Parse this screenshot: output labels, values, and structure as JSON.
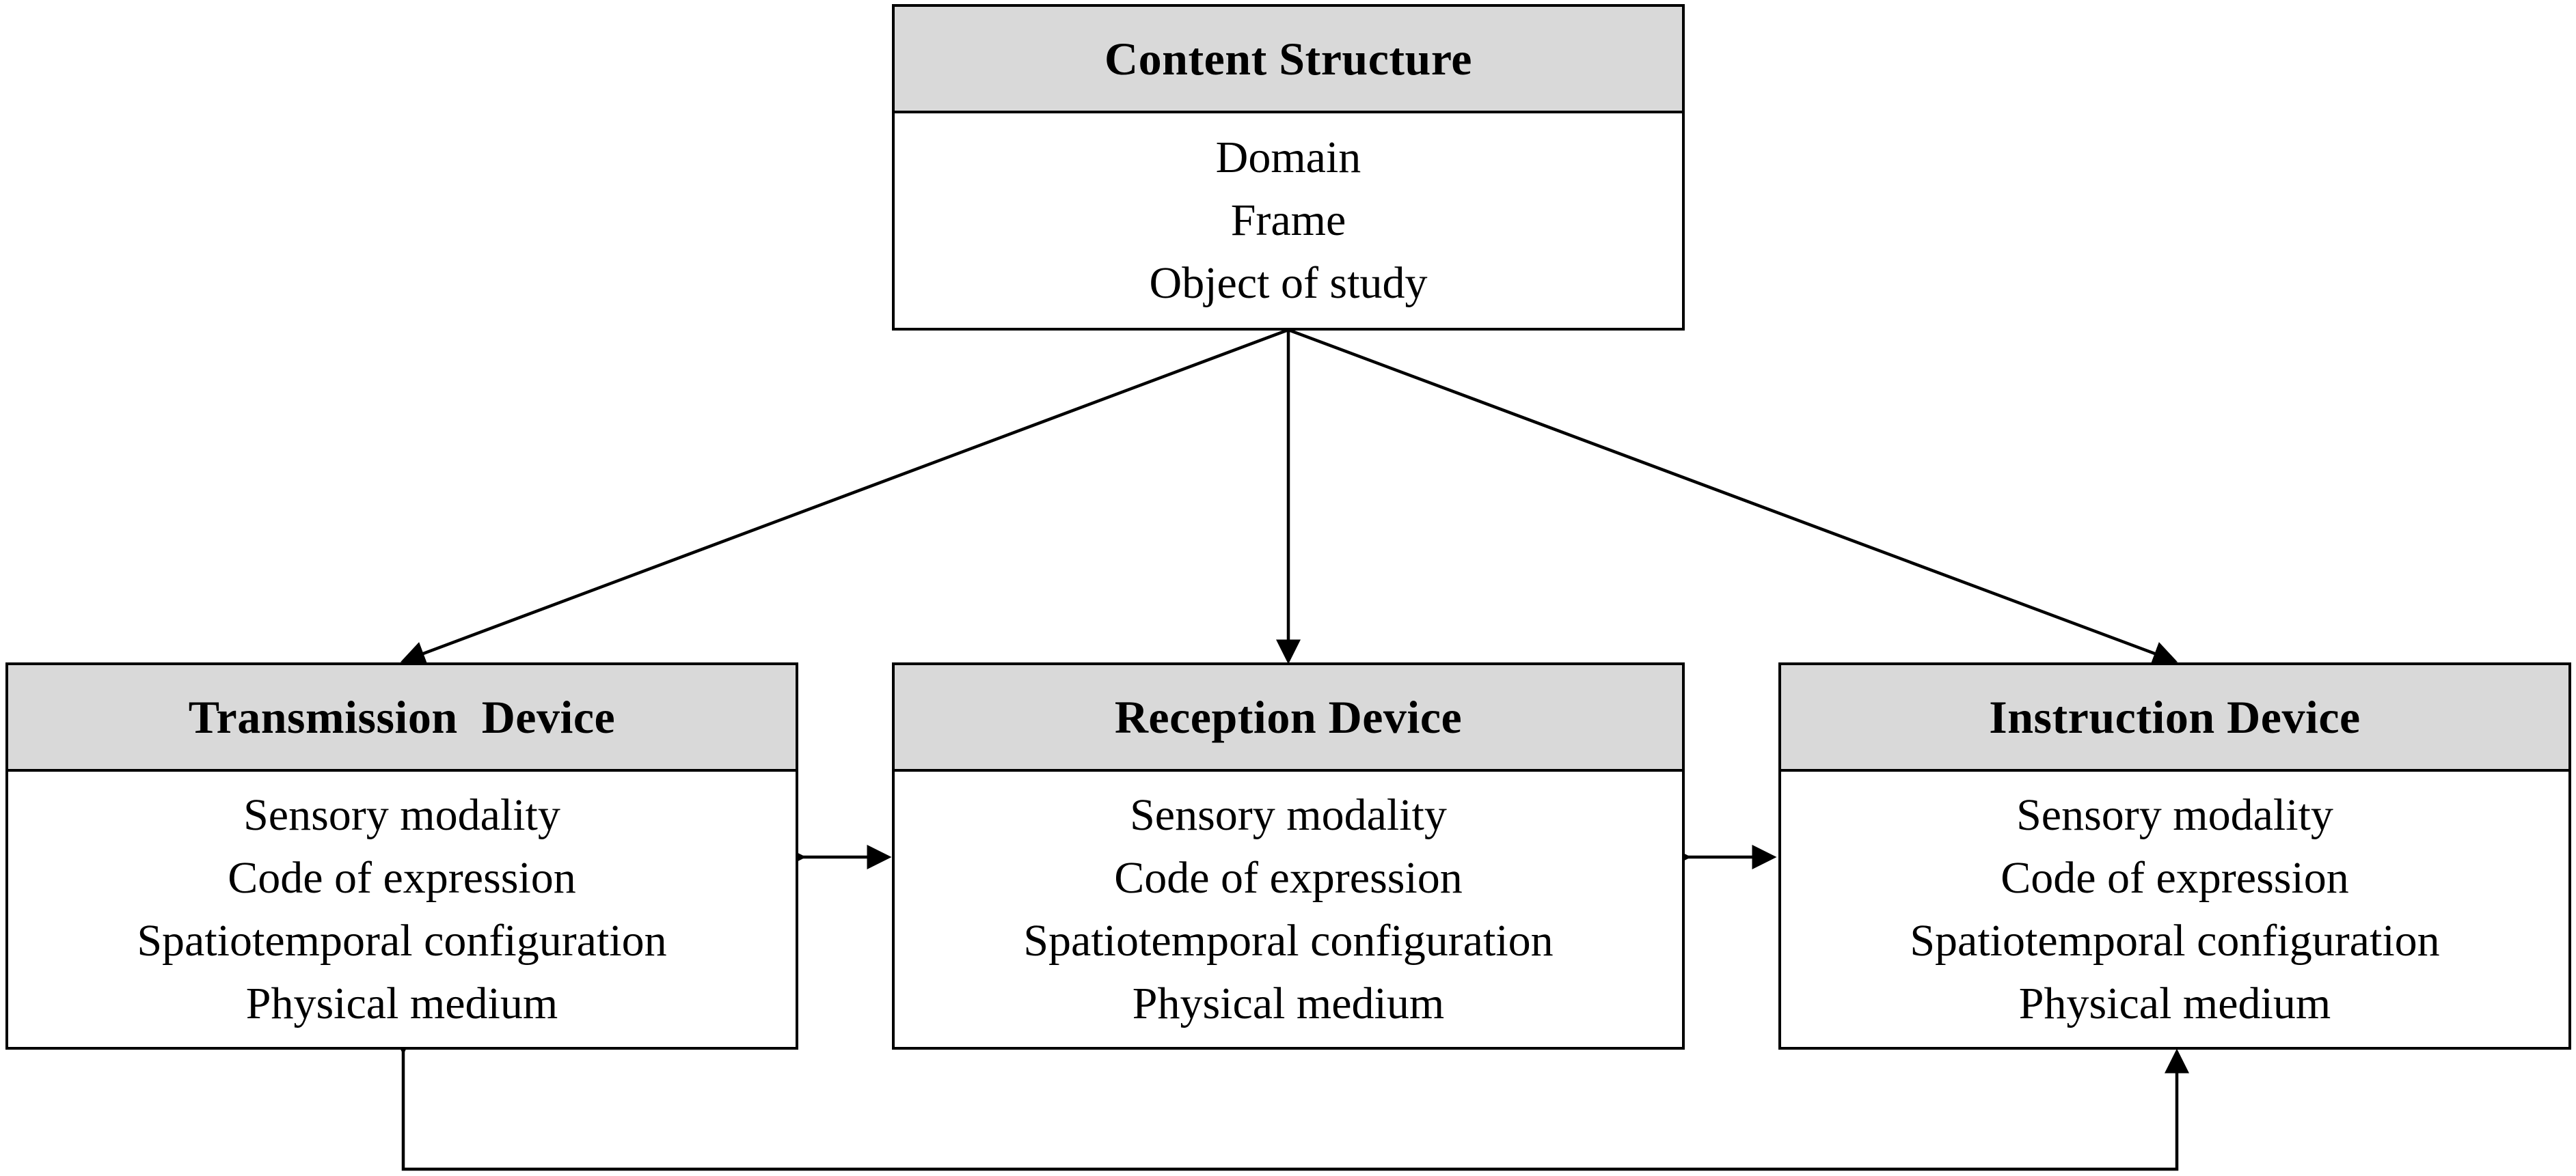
{
  "content_structure": {
    "title": "Content Structure",
    "items": [
      "Domain",
      "Frame",
      "Object of study"
    ]
  },
  "transmission_device": {
    "title": "Transmission  Device",
    "items": [
      "Sensory modality",
      "Code of expression",
      "Spatiotemporal configuration",
      "Physical medium"
    ]
  },
  "reception_device": {
    "title": "Reception Device",
    "items": [
      "Sensory modality",
      "Code of expression",
      "Spatiotemporal configuration",
      "Physical medium"
    ]
  },
  "instruction_device": {
    "title": "Instruction Device",
    "items": [
      "Sensory modality",
      "Code of expression",
      "Spatiotemporal configuration",
      "Physical medium"
    ]
  },
  "colors": {
    "header_fill": "#d9d9d9",
    "border": "#000000",
    "background": "#ffffff"
  }
}
